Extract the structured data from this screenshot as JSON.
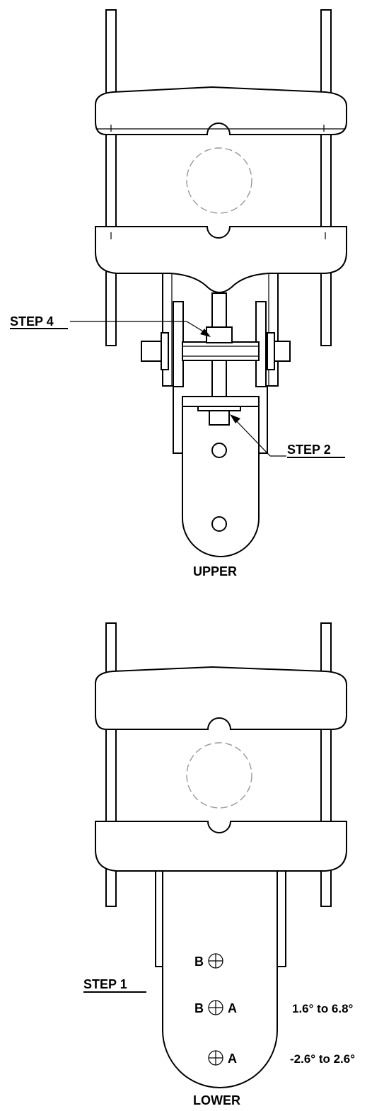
{
  "upper": {
    "caption": "UPPER",
    "step4_label": "STEP 4",
    "step2_label": "STEP 2"
  },
  "lower": {
    "caption": "LOWER",
    "step1_label": "STEP 1",
    "holes": [
      {
        "left": "B",
        "right": ""
      },
      {
        "left": "B",
        "right": "A",
        "range": "1.6° to 6.8°"
      },
      {
        "left": "",
        "right": "A",
        "range": "-2.6° to 2.6°"
      }
    ]
  }
}
